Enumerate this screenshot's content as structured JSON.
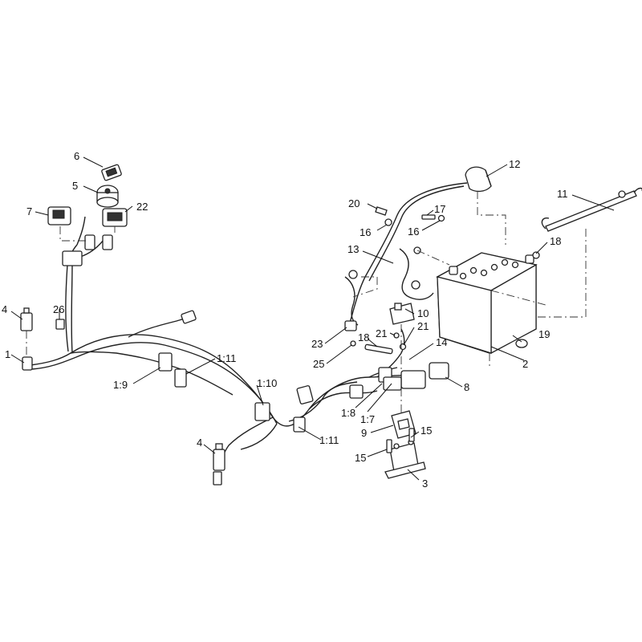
{
  "callouts": {
    "c1": "1",
    "c1_9": "1:9",
    "c1_11a": "1:11",
    "c1_10": "1:10",
    "c1_11b": "1:11",
    "c1_8": "1:8",
    "c1_7": "1:7",
    "c2": "2",
    "c3": "3",
    "c4a": "4",
    "c4b": "4",
    "c5": "5",
    "c6": "6",
    "c7": "7",
    "c8": "8",
    "c9": "9",
    "c10": "10",
    "c11": "11",
    "c12": "12",
    "c13": "13",
    "c14": "14",
    "c15a": "15",
    "c15b": "15",
    "c16a": "16",
    "c16b": "16",
    "c17": "17",
    "c18a": "18",
    "c18b": "18",
    "c19": "19",
    "c20": "20",
    "c21a": "21",
    "c21b": "21",
    "c22": "22",
    "c23": "23",
    "c25": "25",
    "c26": "26"
  }
}
